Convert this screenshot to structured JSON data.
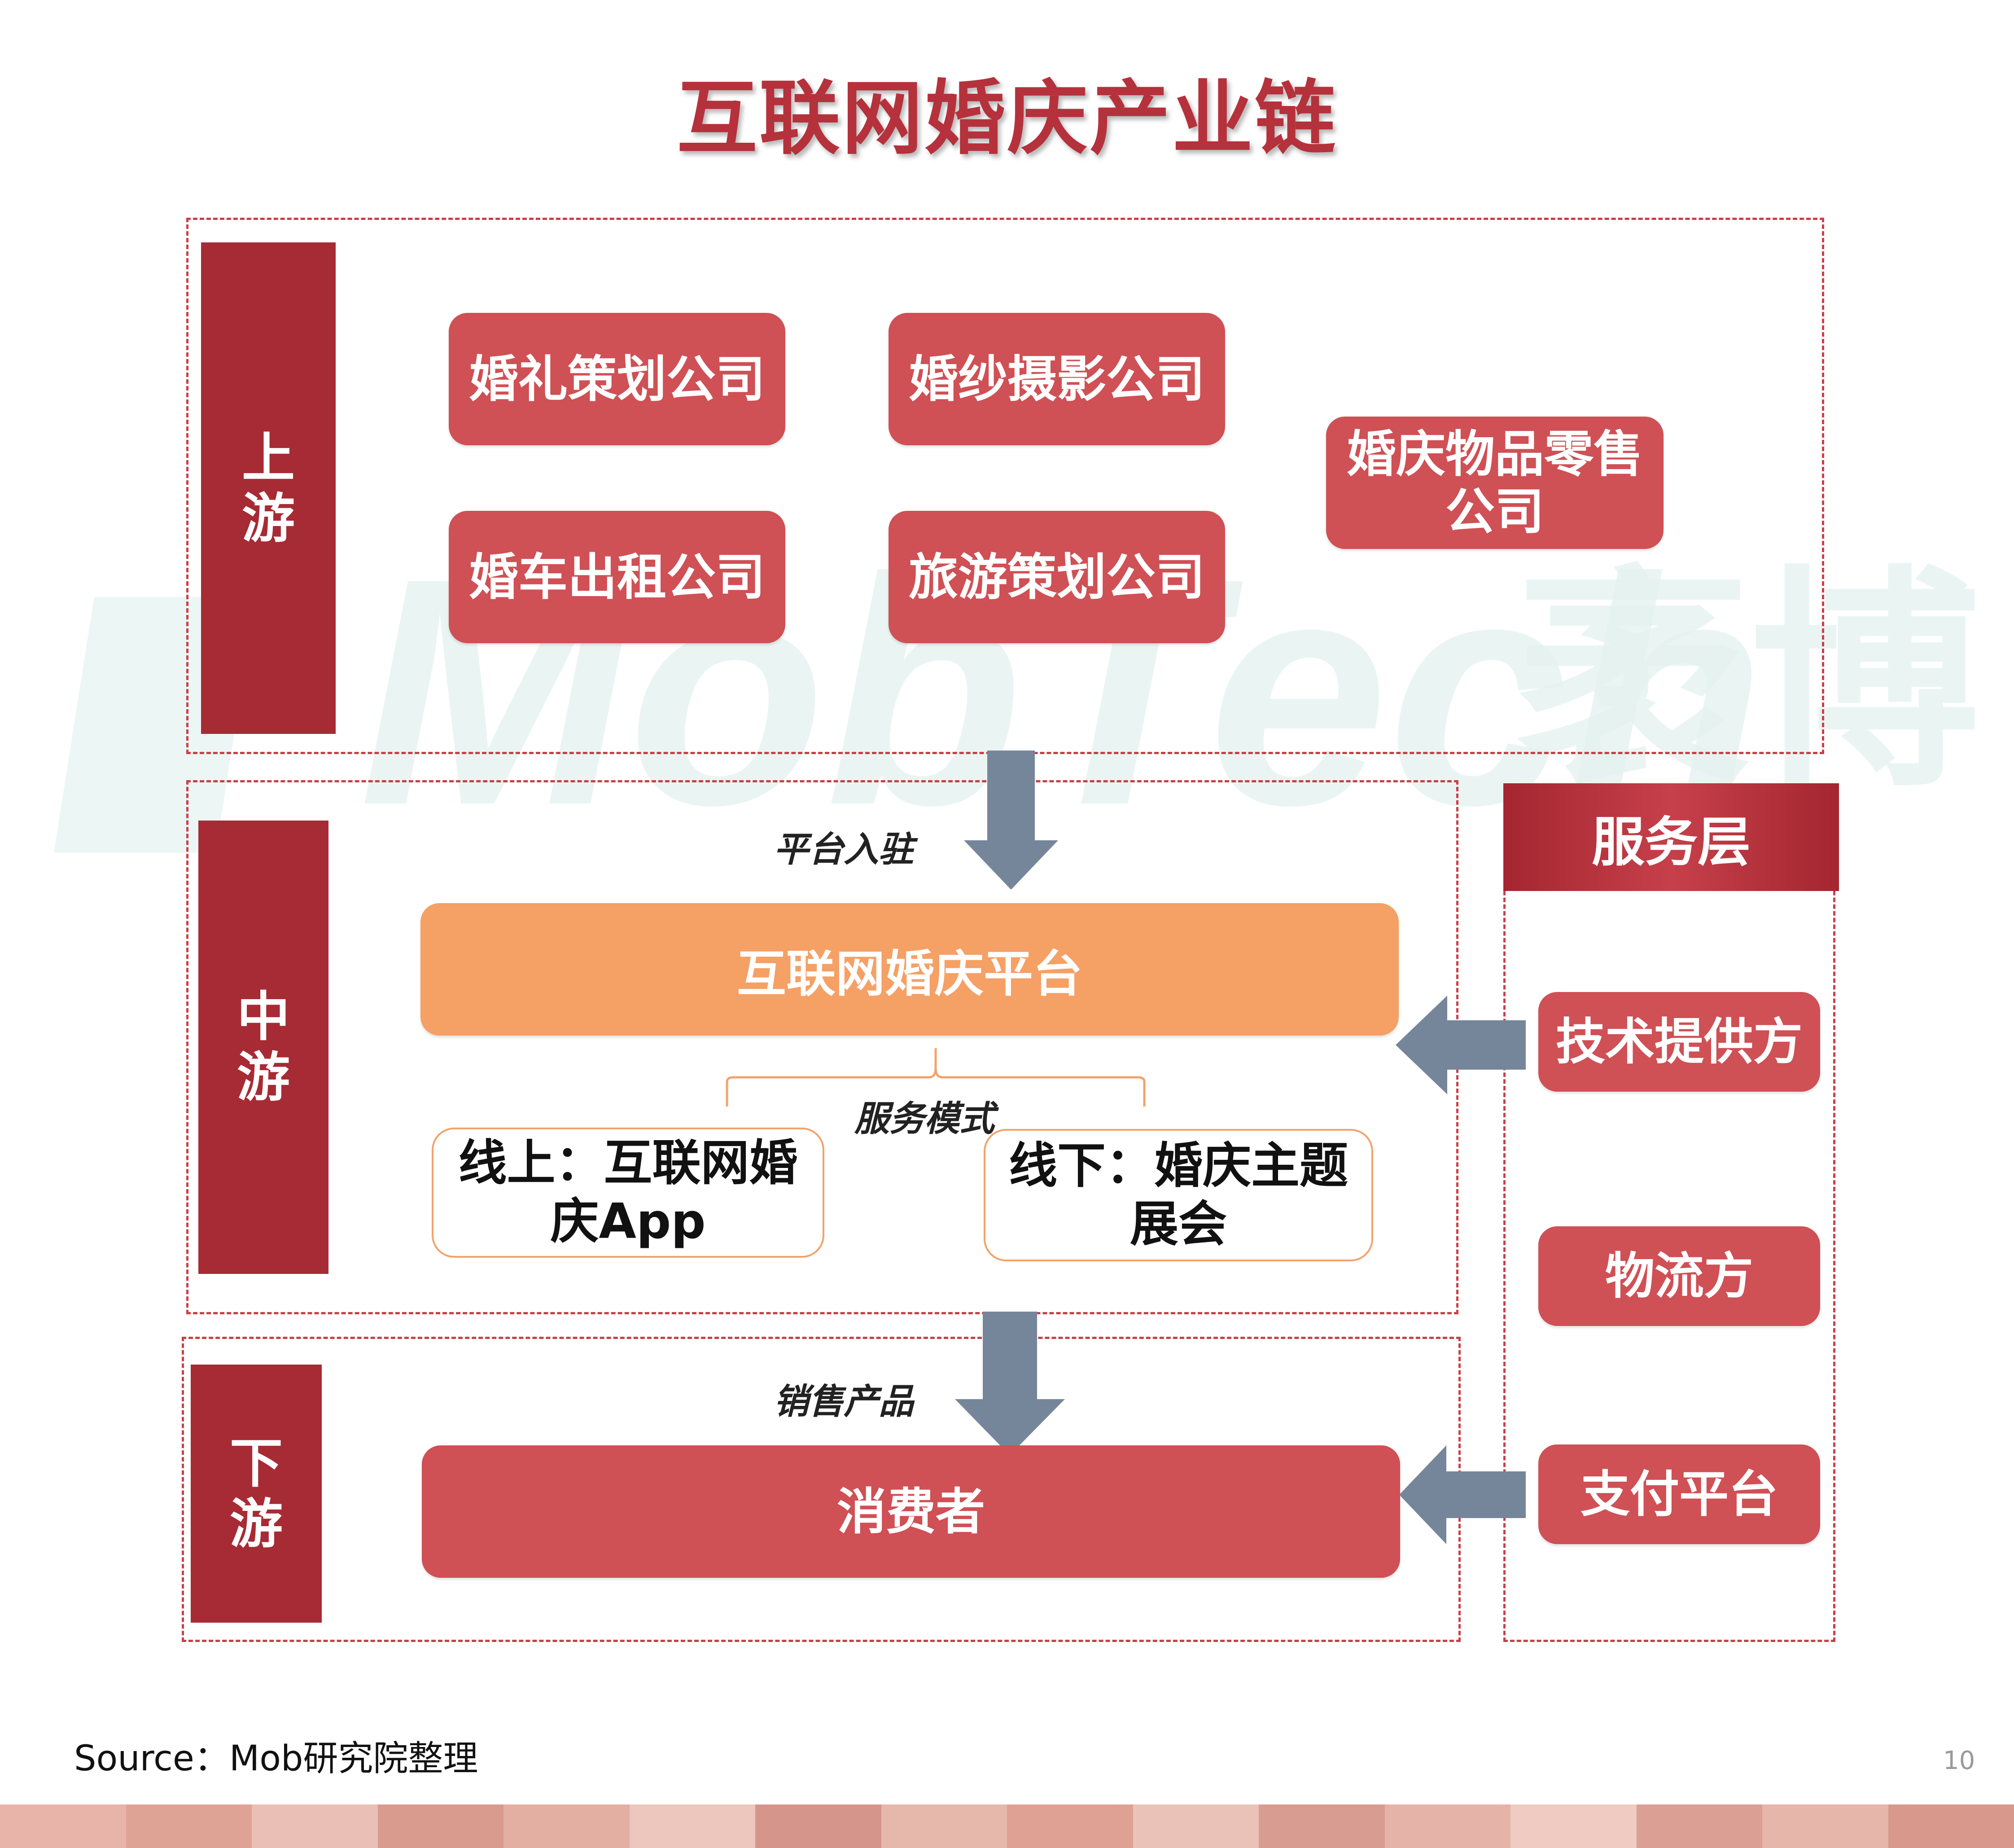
{
  "title": "互联网婚庆产业链",
  "watermark": {
    "brand": "MobTech",
    "cn": "袤博"
  },
  "upstream": {
    "label_line1": "上",
    "label_line2": "游",
    "companies": [
      "婚礼策划公司",
      "婚纱摄影公司",
      "婚车出租公司",
      "旅游策划公司"
    ],
    "retail_line1": "婚庆物品零售",
    "retail_line2": "公司"
  },
  "arrow_labels": {
    "join_platform": "平台入驻",
    "sell_products": "销售产品"
  },
  "midstream": {
    "label_line1": "中",
    "label_line2": "游",
    "platform": "互联网婚庆平台",
    "service_mode": "服务模式",
    "online_line1": "线上：互联网婚",
    "online_line2": "庆App",
    "offline_line1": "线下：婚庆主题",
    "offline_line2": "展会"
  },
  "downstream": {
    "label_line1": "下",
    "label_line2": "游",
    "consumer": "消费者"
  },
  "service_layer": {
    "title": "服务层",
    "items": [
      "技术提供方",
      "物流方",
      "支付平台"
    ]
  },
  "source": "Source：Mob研究院整理",
  "page_number": "10",
  "colors": {
    "dark_red": "#a72b34",
    "red": "#cf5055",
    "orange": "#f5a065",
    "arrow": "#76869a",
    "title": "#b5313b"
  }
}
